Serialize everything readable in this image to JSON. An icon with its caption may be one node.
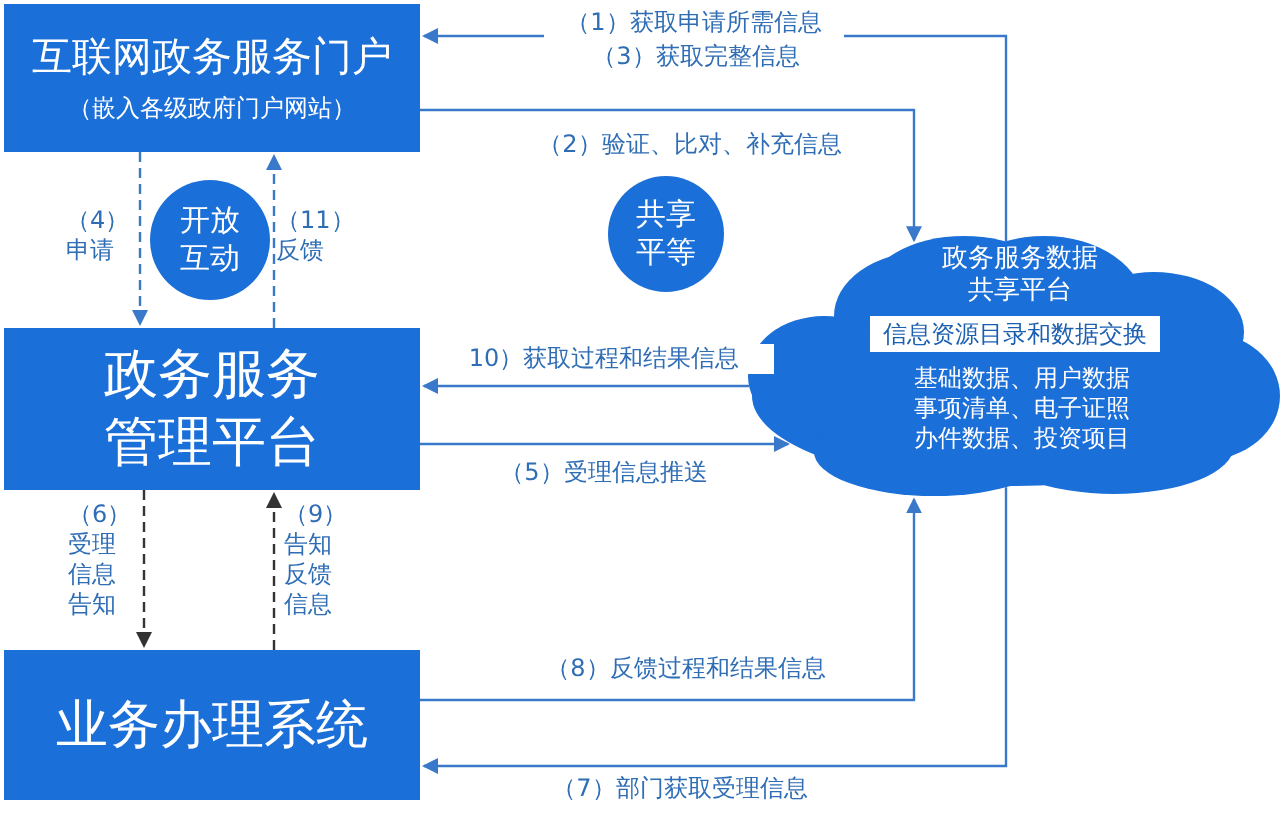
{
  "diagram": {
    "nodes": [
      {
        "text": [
          "互联网政务服务门户",
          "（嵌入各级政府门户网站）"
        ]
      },
      {
        "text": [
          "政务服务管理平台"
        ]
      },
      {
        "text": [
          "业务办理系统"
        ]
      },
      {
        "text": [
          "政务服务数据共享平台",
          "基础数据、用户数据事项清单、电子证照办件数据、投资项目"
        ]
      },
      {
        "text": [
          "信息资源目录和数据交换"
        ],
        "in": 3
      },
      {
        "text": [
          "开放互动"
        ]
      },
      {
        "text": [
          "共享平等"
        ]
      }
    ],
    "edges": [
      {
        "from": 3,
        "to": 0,
        "arrow": "to",
        "label": "（1）获取申请所需信息"
      },
      {
        "from": 0,
        "to": 3,
        "arrow": "to",
        "label": "（2）验证、比对、补充信息"
      },
      {
        "from": 0,
        "to": 1,
        "arrow": "to",
        "label": "（4）申请",
        "style": "dashed"
      },
      {
        "from": 1,
        "to": 0,
        "arrow": "to",
        "label": "（11）反馈",
        "style": "dashed"
      },
      {
        "from": 3,
        "to": 1,
        "arrow": "to",
        "label": "10）获取过程和结果信息"
      },
      {
        "from": 1,
        "to": 3,
        "arrow": "to",
        "label": "（5）受理信息推送"
      },
      {
        "from": 1,
        "to": 2,
        "arrow": "to",
        "label": "（6）受理信息告知",
        "style": "dashed",
        "color": "#333333"
      },
      {
        "from": 2,
        "to": 1,
        "arrow": "to",
        "label": "（9）告知反馈信息",
        "style": "dashed",
        "color": "#333333"
      },
      {
        "from": 2,
        "to": 3,
        "arrow": "to",
        "label": "（8）反馈过程和结果信息"
      },
      {
        "from": 3,
        "to": 2,
        "arrow": "to",
        "label": "（7）部门获取受理信息"
      }
    ],
    "labels": [
      "（3）获取完整信息"
    ]
  }
}
